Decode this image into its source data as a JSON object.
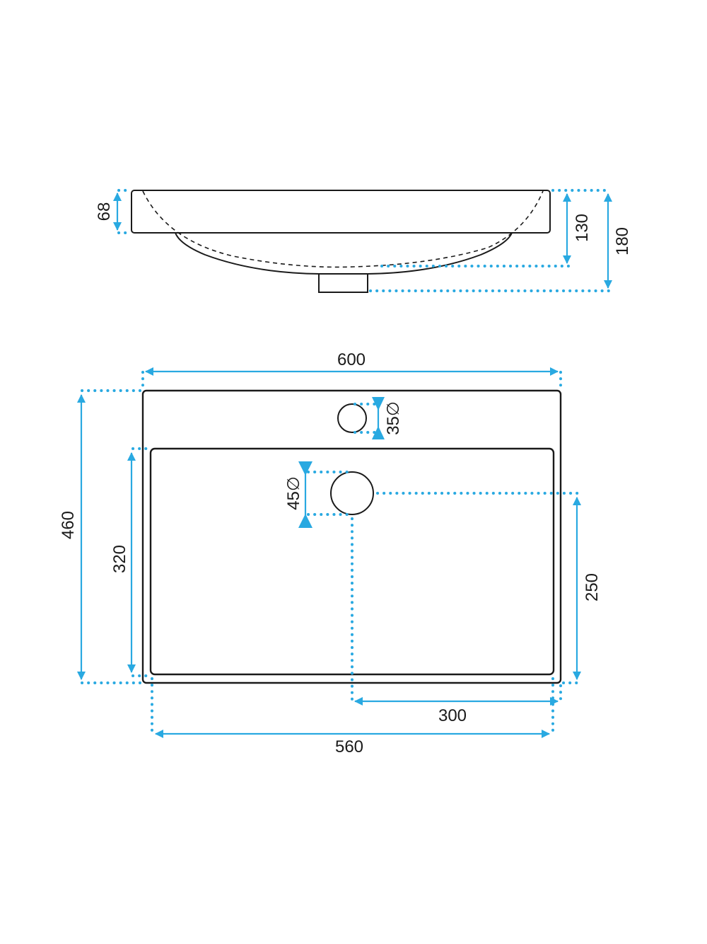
{
  "colors": {
    "dimension": "#29a9e1",
    "outline": "#1a1a1a",
    "background": "#ffffff"
  },
  "side_view": {
    "rim_height_label": "68",
    "bowl_depth_label": "130",
    "total_height_label": "180"
  },
  "top_view": {
    "overall_width_label": "600",
    "overall_depth_label": "460",
    "inner_width_label": "560",
    "inner_depth_label": "320",
    "drain_offset_x_label": "300",
    "drain_offset_y_label": "250",
    "tap_hole_label": "35∅",
    "drain_hole_label": "45∅"
  }
}
